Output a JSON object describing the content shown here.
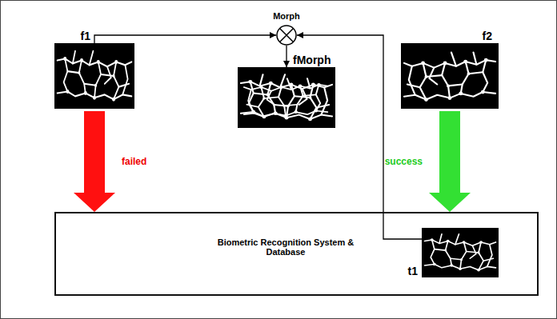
{
  "diagram": {
    "nodes": [
      {
        "text": [
          "f1"
        ]
      },
      {
        "text": [
          "Morph"
        ]
      },
      {
        "text": [
          "fMorph"
        ]
      },
      {
        "text": [
          "f2"
        ]
      },
      {
        "text": [
          "Biometric Recognition System & Database"
        ]
      },
      {
        "text": [
          "t1"
        ],
        "in": 4
      }
    ],
    "edges": [
      {
        "from": 0,
        "to": 1,
        "arrow": "to"
      },
      {
        "from": 5,
        "to": 1,
        "arrow": "to"
      },
      {
        "from": 1,
        "to": 2,
        "arrow": "to"
      },
      {
        "from": 0,
        "to": 4,
        "arrow": "to",
        "label": "failed"
      },
      {
        "from": 3,
        "to": 4,
        "arrow": "to",
        "label": "success"
      }
    ]
  }
}
